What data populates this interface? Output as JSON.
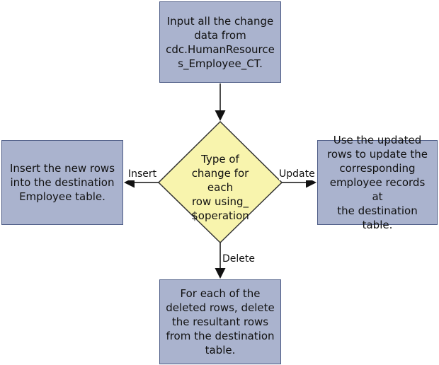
{
  "nodes": {
    "input": "Input all the change\ndata from\ncdc.HumanResource\ns_Employee_CT.",
    "decision": "Type of\nchange for each\nrow using_\n$operation",
    "insert": "Insert the new rows\ninto the destination\nEmployee table.",
    "update": "Use the updated\nrows to update the\ncorresponding\nemployee records at\nthe destination table.",
    "delete": "For each of the\ndeleted rows, delete\nthe resultant rows\nfrom the destination\ntable."
  },
  "edges": {
    "insert": "Insert",
    "update": "Update",
    "delete": "Delete"
  },
  "colors": {
    "box_fill": "#aab3ce",
    "box_border": "#4d5c86",
    "diamond_fill": "#f8f4ad",
    "diamond_border": "#333333",
    "arrow": "#111111"
  }
}
